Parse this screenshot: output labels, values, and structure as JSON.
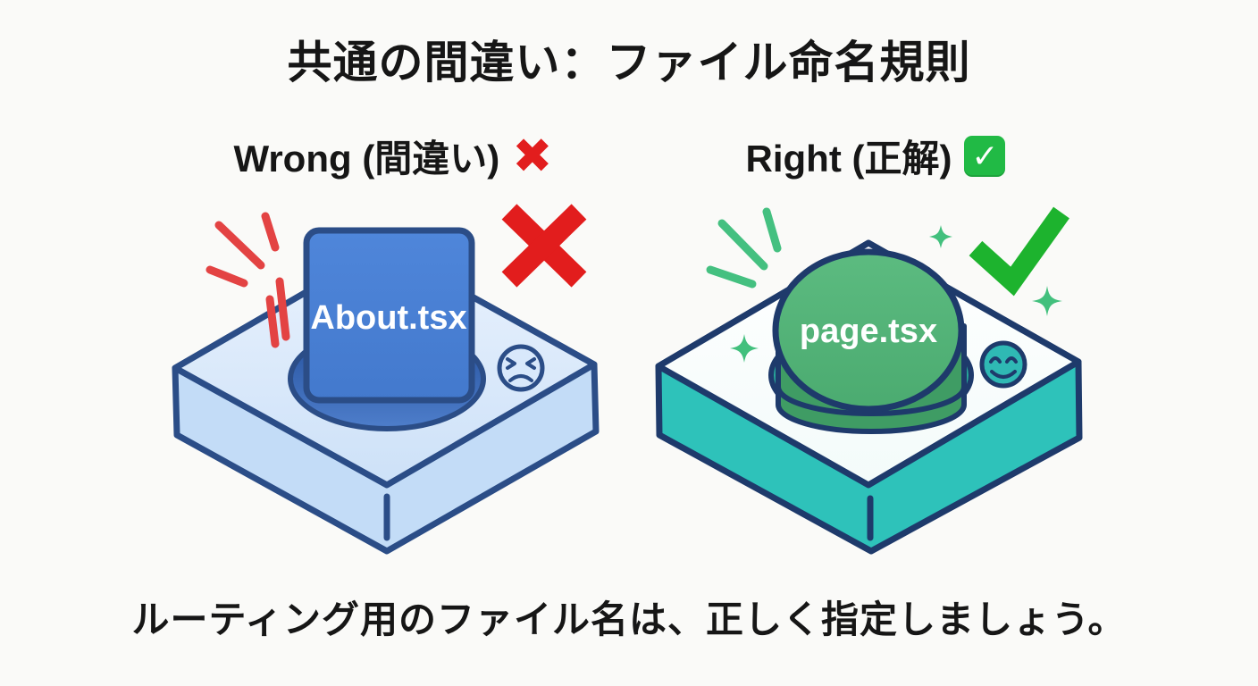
{
  "title": "共通の間違い：ファイル命名規則",
  "caption": "ルーティング用のファイル名は、正しく指定しましょう。",
  "wrong_panel": {
    "heading": "Wrong (間違い)",
    "mark": "✖",
    "block_label": "About.tsx"
  },
  "right_panel": {
    "heading": "Right (正解)",
    "mark": "✓",
    "peg_label": "page.tsx"
  },
  "colors": {
    "background": "#fafaf8",
    "text": "#161616",
    "wrong_red": "#e21d1d",
    "stress_red": "#e34343",
    "block_blue": "#4a81d5",
    "hole_blue_dark": "#24509c",
    "base_blue_light": "#cde1f8",
    "outline_navy": "#2b4d87",
    "right_teal": "#2ec2ba",
    "peg_green": "#53b377",
    "check_green": "#1db32e",
    "sparkle_green": "#42c07d",
    "badge_green": "#21ba45"
  }
}
